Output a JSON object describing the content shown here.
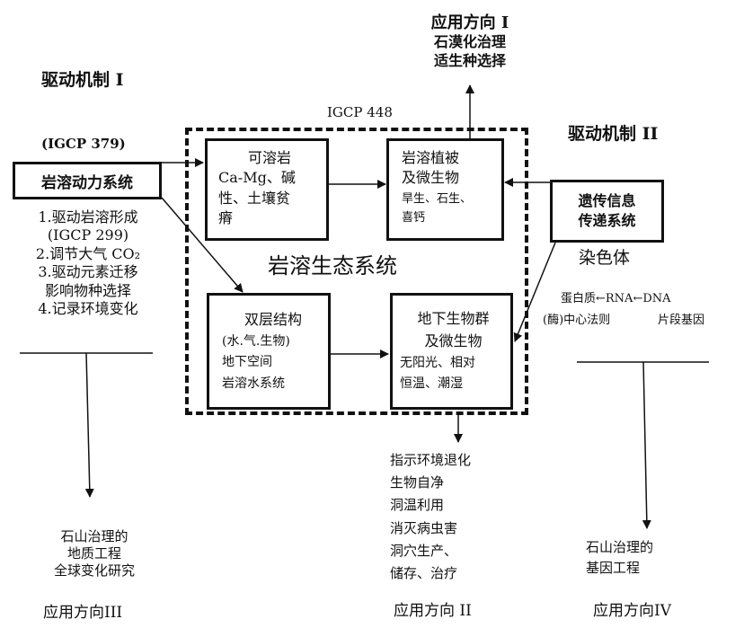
{
  "drivers": {
    "mechanism_1": "驱动机制 I",
    "mechanism_2": "驱动机制 II",
    "igcp_379": "(IGCP 379)",
    "igcp_448": "IGCP 448"
  },
  "boxes": {
    "karst_dynamic_system": "岩溶动力系统",
    "genetic_system": [
      "遗传信息",
      "传递系统"
    ],
    "soluble_rock": [
      "可溶岩",
      "Ca-Mg、碱",
      "性、土壤贫",
      "瘠"
    ],
    "karst_vegetation": [
      "岩溶植被",
      "及微生物",
      "旱生、石生、",
      "喜钙"
    ],
    "double_layer": [
      "双层结构",
      "(水.气.生物)",
      "地下空间",
      "岩溶水系统"
    ],
    "underground_biota": [
      "地下生物群",
      "及微生物",
      "无阳光、相对",
      "恒温、潮湿"
    ]
  },
  "ecosystem_title": "岩溶生态系统",
  "mechanism_1_functions": [
    "1.驱动岩溶形成",
    "(IGCP 299)",
    "2.调节大气 CO₂",
    "3.驱动元素迁移",
    "影响物种选择",
    "4.记录环境变化"
  ],
  "mechanism_2_notes": {
    "chromosome": "染色体",
    "central_dogma_line1": "蛋白质←RNA←DNA",
    "central_dogma_line2_left": "(酶)中心法则",
    "central_dogma_line2_right": "片段基因"
  },
  "applications": {
    "app_1": {
      "title": "应用方向 I",
      "items": [
        "石漠化治理",
        "适生种选择"
      ]
    },
    "app_2": {
      "title": "应用方向 II",
      "items": [
        "指示环境退化",
        "生物自净",
        "洞温利用",
        "消灭病虫害",
        "洞穴生产、",
        "储存、治疗"
      ]
    },
    "app_3": {
      "title": "应用方向III",
      "items": [
        "石山治理的",
        "地质工程",
        "全球变化研究"
      ]
    },
    "app_4": {
      "title": "应用方向IV",
      "items": [
        "石山治理的",
        "基因工程"
      ]
    }
  }
}
